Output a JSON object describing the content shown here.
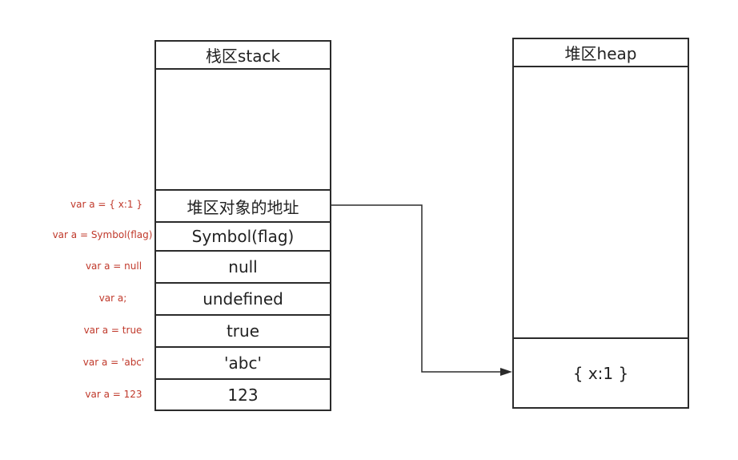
{
  "stack": {
    "title": "栈区stack",
    "cells": [
      {
        "value": "堆区对象的地址",
        "code": "var a = { x:1 }"
      },
      {
        "value": "Symbol(flag)",
        "code": "var a = Symbol(flag)"
      },
      {
        "value": "null",
        "code": "var a = null"
      },
      {
        "value": "undefined",
        "code": "var a;"
      },
      {
        "value": "true",
        "code": "var a = true"
      },
      {
        "value": "'abc'",
        "code": "var a = 'abc'"
      },
      {
        "value": "123",
        "code": "var a = 123"
      }
    ]
  },
  "heap": {
    "title": "堆区heap",
    "object": "{ x:1 }"
  },
  "colors": {
    "border": "#2b2b2b",
    "text": "#222222",
    "code_label": "#c0392b"
  }
}
